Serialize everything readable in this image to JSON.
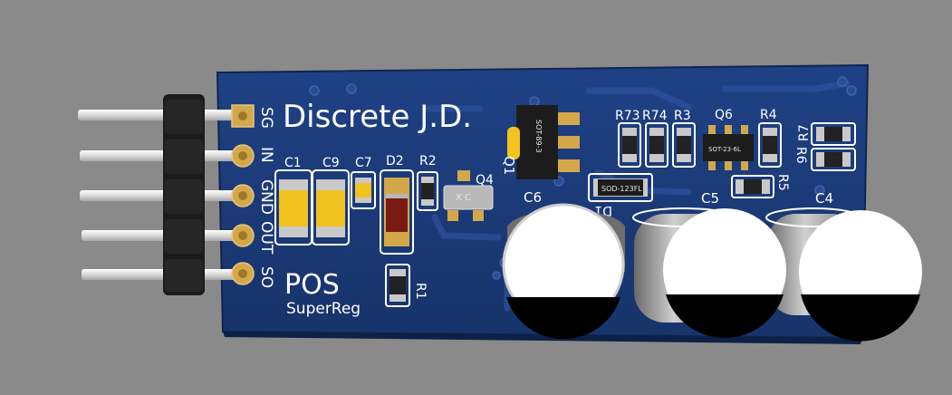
{
  "board": {
    "title": "Discrete J.D.",
    "name": "POS",
    "subtitle": "SuperReg"
  },
  "pins": [
    "SG",
    "IN",
    "GND",
    "OUT",
    "SO"
  ],
  "refdes": {
    "c1": "C1",
    "c9": "C9",
    "c7": "C7",
    "d2": "D2",
    "r2": "R2",
    "q4": "Q4",
    "q1": "Q1",
    "d1": "D1",
    "r73": "R73",
    "r74": "R74",
    "r3": "R3",
    "q6": "Q6",
    "r4": "R4",
    "r7": "R7",
    "r6": "R6",
    "r5": "R5",
    "c6": "C6",
    "c5": "C5",
    "c4": "C4",
    "r1": "R1"
  },
  "package_marks": {
    "q1": "SOT-89-3",
    "d1": "SOD-123FL",
    "q6": "SOT-23-6L",
    "xtal": "X C"
  },
  "colors": {
    "background": "#8a8a8a",
    "pcb": "#1d3c7a",
    "silkscreen": "#ffffff",
    "copper": "#d4a84a",
    "tantalum": "#f2c21f"
  }
}
